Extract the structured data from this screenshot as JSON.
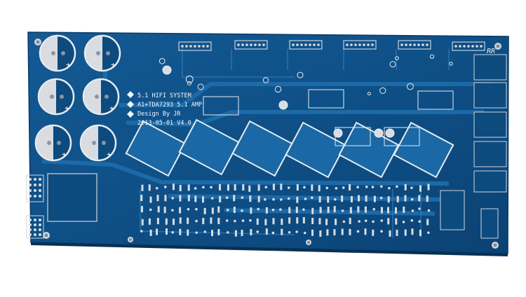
{
  "board": {
    "title_line1": "5.1 HIFI SYSTEM",
    "title_line2": "A1+TDA7293 5.1 AMP",
    "title_line3": "Design By JR",
    "title_line4": "2013-05-01 V4.0",
    "corner_label": "RR"
  },
  "colors": {
    "background": "#ffffff",
    "board_blue": "#0e4f86",
    "trace_blue": "#1b6aa8",
    "copper_light": "#2a7bbd",
    "pad_silver": "#d9dde2",
    "silkscreen": "#f2f6fa"
  },
  "features": {
    "large_capacitors": 6,
    "heatsink_pads": 6,
    "mounting_holes": 6
  }
}
